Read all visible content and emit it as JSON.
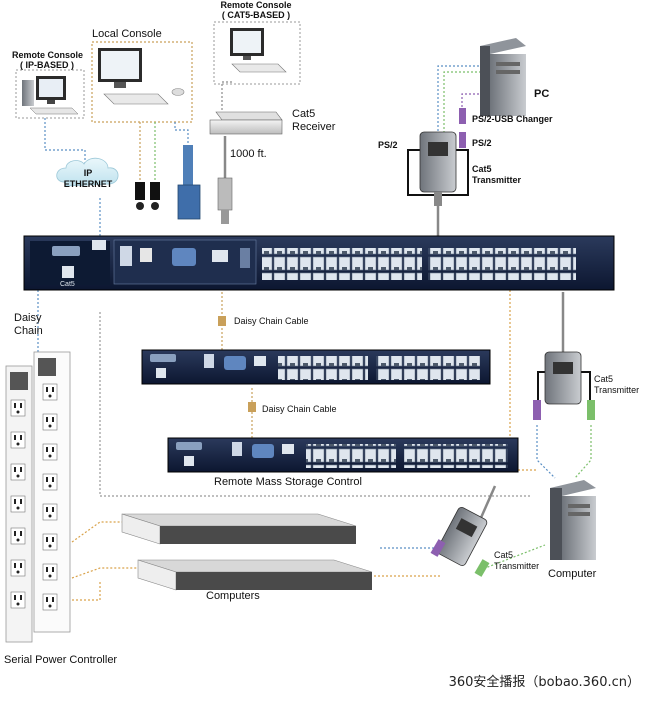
{
  "labels": {
    "remote_console_ip_line1": "Remote Console",
    "remote_console_ip_line2": "( IP-BASED )",
    "local_console": "Local Console",
    "remote_console_cat5_line1": "Remote Console",
    "remote_console_cat5_line2": "( CAT5-BASED )",
    "cat5_receiver_line1": "Cat5",
    "cat5_receiver_line2": "Receiver",
    "distance": "1000 ft.",
    "ip_ethernet_line1": "IP",
    "ip_ethernet_line2": "ETHERNET",
    "pc": "PC",
    "ps2_usb_changer": "PS/2-USB Changer",
    "ps2_left": "PS/2",
    "ps2_right": "PS/2",
    "cat5_transmitter_top_line1": "Cat5",
    "cat5_transmitter_top_line2": "Transmitter",
    "cat5_port": "Cat5",
    "daisy_chain_line1": "Daisy",
    "daisy_chain_line2": "Chain",
    "daisy_chain_cable_1": "Daisy Chain Cable",
    "daisy_chain_cable_2": "Daisy Chain Cable",
    "cat5_transmitter_right_line1": "Cat5",
    "cat5_transmitter_right_line2": "Transmitter",
    "remote_mass_storage": "Remote Mass Storage Control",
    "cat5_transmitter_bottom_line1": "Cat5",
    "cat5_transmitter_bottom_line2": "Transmitter",
    "computer": "Computer",
    "computers": "Computers",
    "serial_power_controller": "Serial Power Controller",
    "watermark": "360安全播报（bobao.360.cn）"
  },
  "colors": {
    "switch_body": "#14213d",
    "switch_panel": "#0d1a33",
    "port": "#dfe6ee",
    "cable_blue": "#4f7fb8",
    "cable_orange": "#d9a24a",
    "cable_gray": "#8a8a8a",
    "cable_green": "#7bbf6a",
    "cable_purple": "#8d5fb0",
    "cable_black": "#111111",
    "device_gray": "#cfcfcf",
    "cloud": "#d8eef6"
  },
  "icons": {
    "cloud": "cloud-icon",
    "monitor": "monitor-icon",
    "tower": "tower-icon",
    "server": "server-icon",
    "power_strip": "power-strip-icon"
  }
}
